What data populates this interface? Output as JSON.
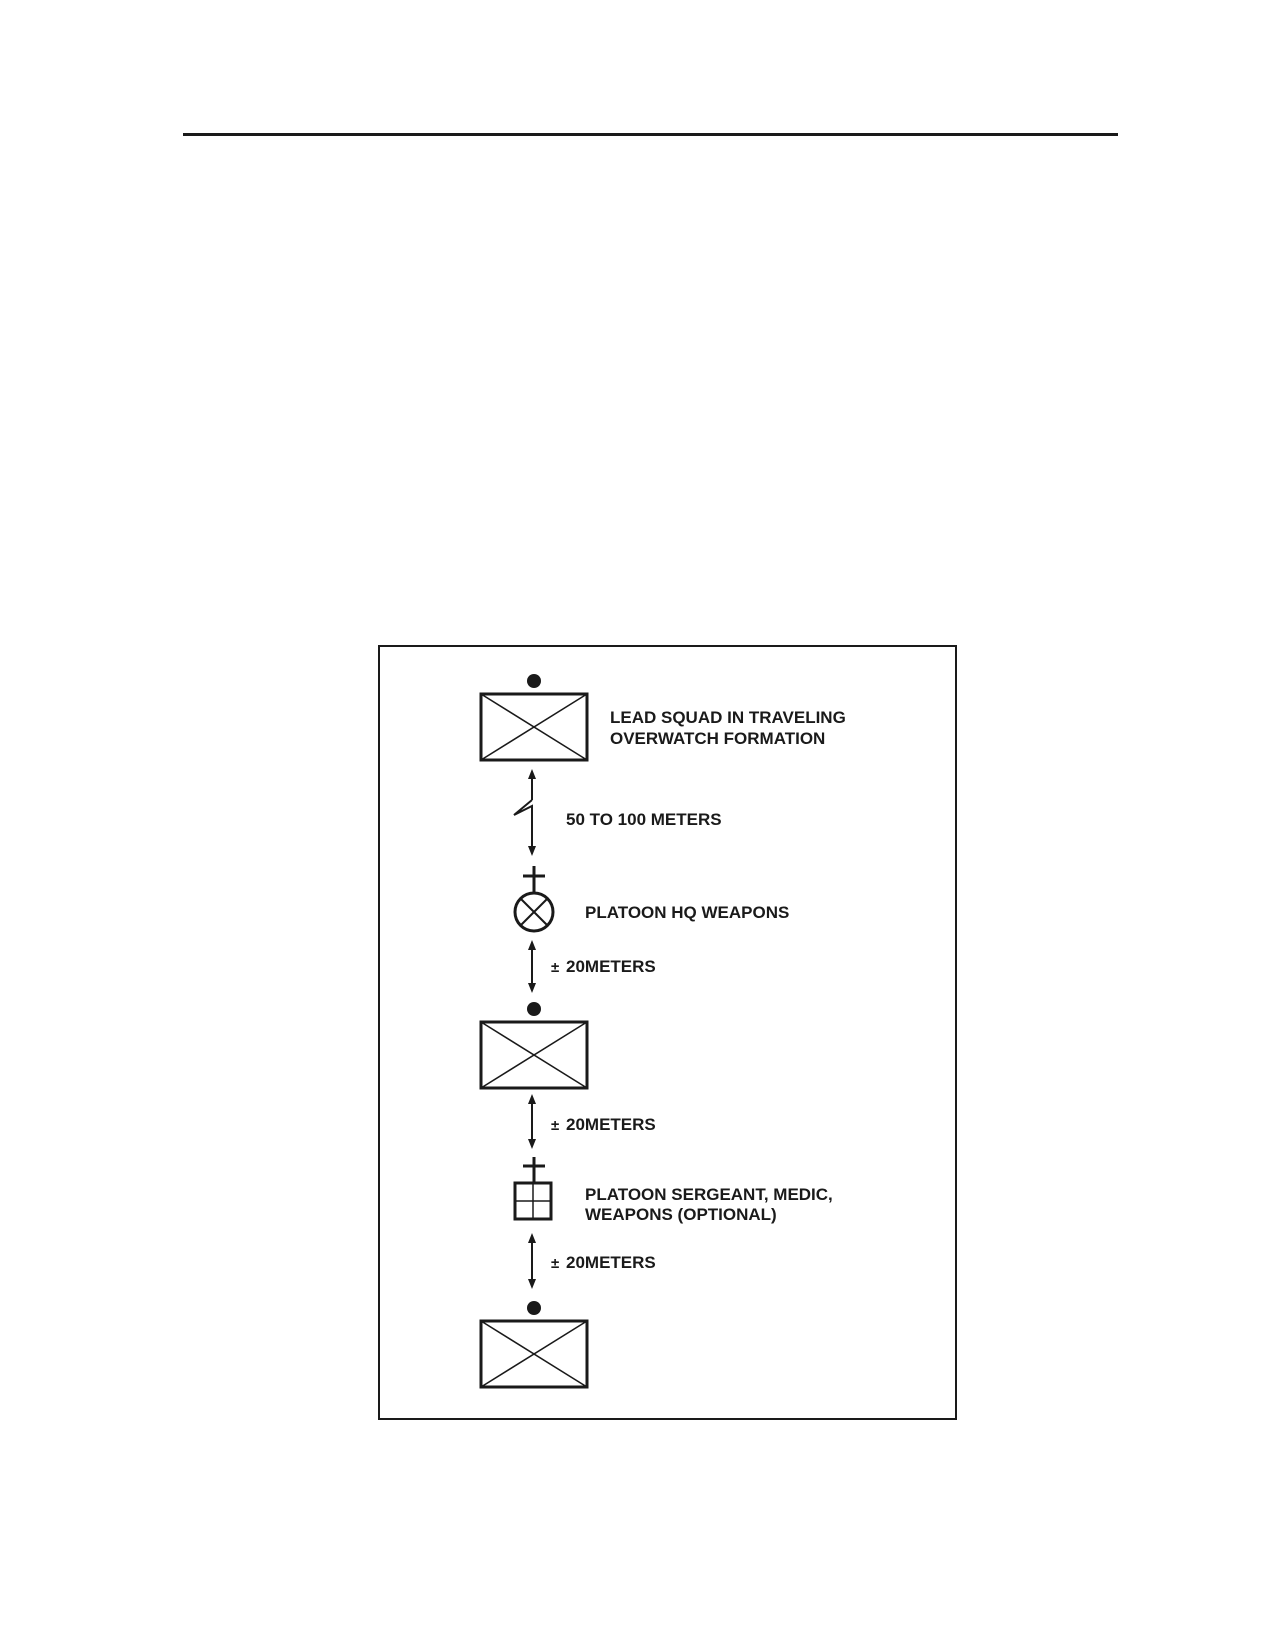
{
  "labels": {
    "lead_squad_line1": "LEAD SQUAD IN TRAVELING",
    "lead_squad_line2": "OVERWATCH FORMATION",
    "gap_lead_to_hq": "50 TO 100 METERS",
    "platoon_hq": "PLATOON HQ WEAPONS",
    "gap_hq_to_squad2": "20METERS",
    "gap_squad2_to_psg": "20METERS",
    "psg_line1": "PLATOON SERGEANT, MEDIC,",
    "psg_line2": "WEAPONS (OPTIONAL)",
    "gap_psg_to_squad3": "20METERS",
    "plus_minus": "±"
  }
}
